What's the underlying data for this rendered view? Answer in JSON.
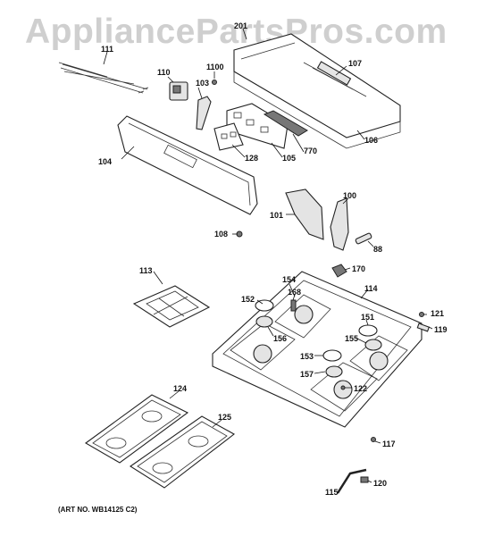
{
  "watermark": "AppliancePartsPros.com",
  "art_note": "(ART NO. WB14125 C2)",
  "callouts": {
    "c201": "201",
    "c111": "111",
    "c110": "110",
    "c1100": "1100",
    "c107": "107",
    "c103": "103",
    "c104": "104",
    "c128": "128",
    "c105": "105",
    "c770": "770",
    "c106": "106",
    "c100": "100",
    "c101": "101",
    "c108": "108",
    "c88": "88",
    "c170": "170",
    "c113": "113",
    "c154": "154",
    "c114": "114",
    "c152": "152",
    "c168": "168",
    "c151": "151",
    "c121": "121",
    "c156": "156",
    "c155": "155",
    "c119": "119",
    "c153": "153",
    "c157": "157",
    "c122": "122",
    "c124": "124",
    "c125": "125",
    "c117": "117",
    "c120": "120",
    "c115": "115"
  }
}
